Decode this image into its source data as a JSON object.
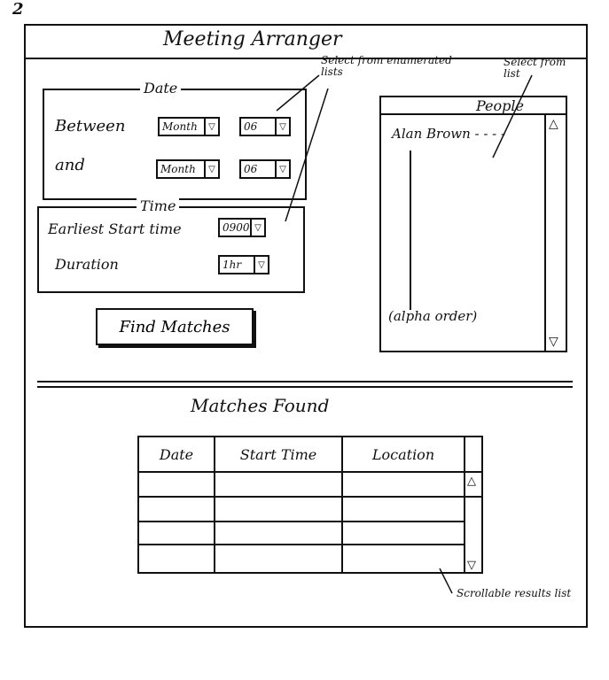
{
  "page_number": "2",
  "window": {
    "title": "Meeting Arranger"
  },
  "date_group": {
    "legend": "Date",
    "between_label": "Between",
    "and_label": "and",
    "between_month": "Month",
    "between_day": "06",
    "and_month": "Month",
    "and_day": "06"
  },
  "time_group": {
    "legend": "Time",
    "earliest_label": "Earliest Start time",
    "earliest_value": "0900",
    "duration_label": "Duration",
    "duration_value": "1hr"
  },
  "find_button": "Find Matches",
  "people": {
    "header": "People",
    "first_item": "Alan Brown - - - -",
    "order_note": "(alpha order)"
  },
  "matches": {
    "title": "Matches Found",
    "columns": [
      "Date",
      "Start Time",
      "Location"
    ],
    "rows": 4
  },
  "annotations": {
    "enumerated": "Select from enumerated lists",
    "people_list": "Select from list",
    "scrollable": "Scrollable results list"
  }
}
